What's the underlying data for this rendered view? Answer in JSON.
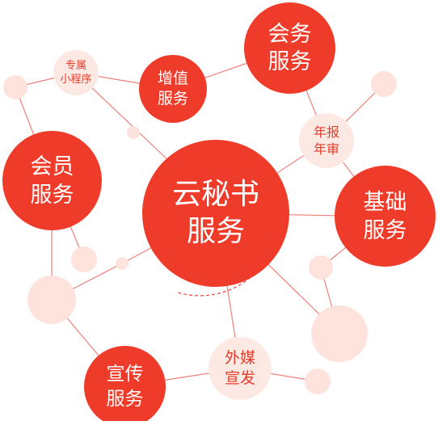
{
  "nodes": {
    "center": {
      "line1": "云秘书",
      "line2": "服务"
    },
    "huiwu": {
      "line1": "会务",
      "line2": "服务"
    },
    "zengzhi": {
      "line1": "增值",
      "line2": "服务"
    },
    "huiyuan": {
      "line1": "会员",
      "line2": "服务"
    },
    "jichu": {
      "line1": "基础",
      "line2": "服务"
    },
    "xuanchuan": {
      "line1": "宣传",
      "line2": "服务"
    },
    "mini_program": {
      "line1": "专属",
      "line2": "小程序"
    },
    "nianbao": {
      "line1": "年报",
      "line2": "年审"
    },
    "waimei": {
      "line1": "外媒",
      "line2": "宣发"
    }
  },
  "colors": {
    "primary_red": "#ef3b29",
    "light_pink": "#fde9e3",
    "pink_text": "#e63c2a",
    "line": "#f0807a"
  }
}
